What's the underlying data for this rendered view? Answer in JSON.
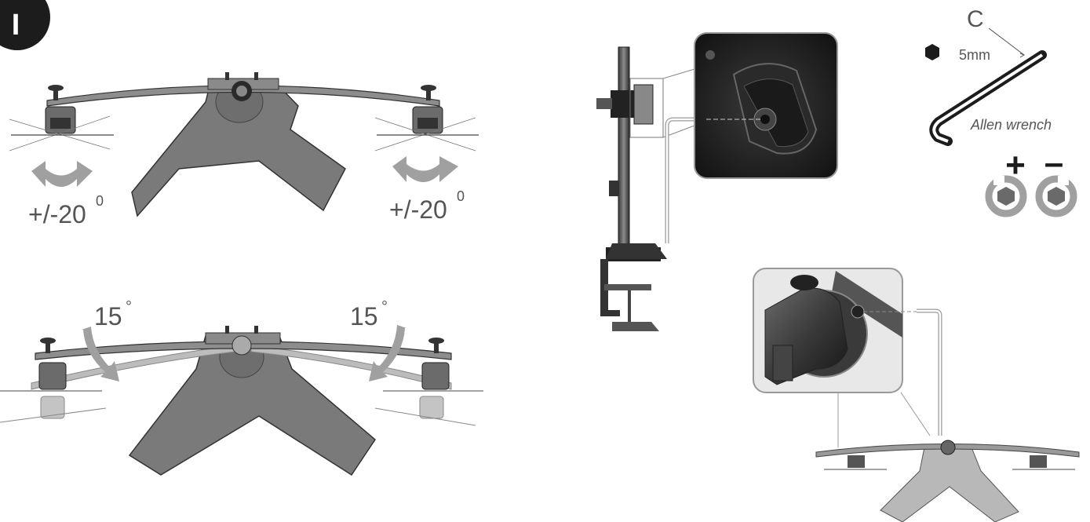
{
  "step": {
    "label": "I"
  },
  "tilt": {
    "left_label": "+/-20",
    "left_sup": "0",
    "right_label": "+/-20",
    "right_sup": "0"
  },
  "rotate": {
    "left_label": "15",
    "left_sup": "°",
    "right_label": "15",
    "right_sup": "°"
  },
  "tool": {
    "letter": "C",
    "size": "5mm",
    "name": "Allen wrench"
  },
  "adjust": {
    "plus": "+",
    "minus": "–"
  },
  "colors": {
    "base_fill": "#7a7a7a",
    "arrow_fill": "#a0a0a0",
    "dark": "#1c1c1c",
    "text": "#555555",
    "light_base": "#b8b8b8"
  },
  "icons": [
    "hex-icon",
    "allen-wrench-icon",
    "tighten-icon",
    "loosen-icon",
    "tilt-arrow-icon",
    "rotate-arrow-icon"
  ]
}
